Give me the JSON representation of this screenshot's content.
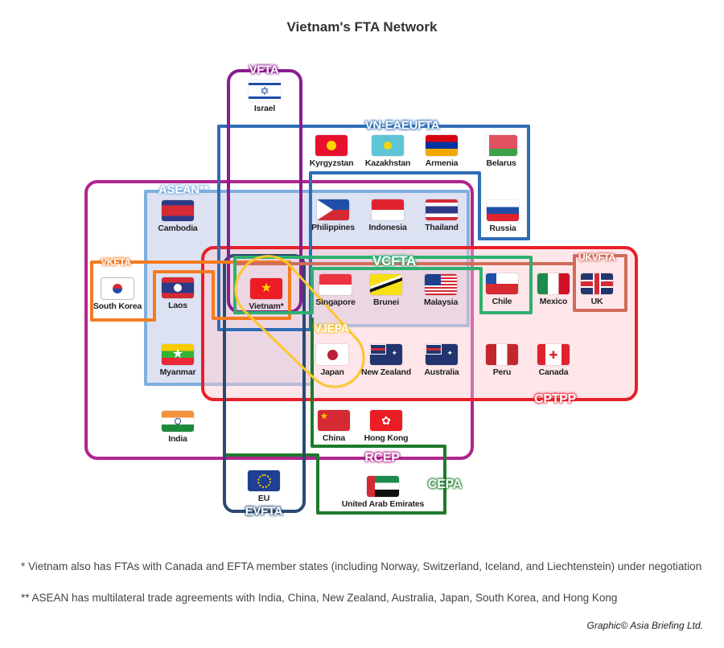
{
  "title": "Vietnam's FTA Network",
  "colors": {
    "VFTA": "#8a1d8f",
    "VN-EAEUFTA": "#2e6db5",
    "ASEAN": "#7fb0df",
    "RCEP": "#b0258e",
    "VKFTA": "#f47b20",
    "CPTPP": "#e8202a",
    "VCFTA": "#2fb06f",
    "UKVFTA": "#cf6d5a",
    "VJEPA": "#fdc62b",
    "EVFTA": "#2a4a70",
    "CEPA": "#1e7a2a"
  },
  "agreements": [
    "VFTA",
    "VN-EAEUFTA",
    "ASEAN**",
    "VKFTA",
    "VCFTA",
    "UKVFTA",
    "VJEPA",
    "CPTPP",
    "RCEP",
    "CEPA",
    "EVFTA"
  ],
  "countries": [
    {
      "name": "Israel",
      "flag": "israel"
    },
    {
      "name": "Kyrgyzstan",
      "flag": "kyrgyzstan"
    },
    {
      "name": "Kazakhstan",
      "flag": "kazakhstan"
    },
    {
      "name": "Armenia",
      "flag": "armenia"
    },
    {
      "name": "Belarus",
      "flag": "belarus"
    },
    {
      "name": "Cambodia",
      "flag": "cambodia"
    },
    {
      "name": "Philippines",
      "flag": "philippines"
    },
    {
      "name": "Indonesia",
      "flag": "indonesia"
    },
    {
      "name": "Thailand",
      "flag": "thailand"
    },
    {
      "name": "Russia",
      "flag": "russia"
    },
    {
      "name": "South Korea",
      "flag": "southkorea"
    },
    {
      "name": "Laos",
      "flag": "laos"
    },
    {
      "name": "Vietnam*",
      "flag": "vietnam"
    },
    {
      "name": "Singapore",
      "flag": "singapore"
    },
    {
      "name": "Brunei",
      "flag": "brunei"
    },
    {
      "name": "Malaysia",
      "flag": "malaysia"
    },
    {
      "name": "Chile",
      "flag": "chile"
    },
    {
      "name": "Mexico",
      "flag": "mexico"
    },
    {
      "name": "UK",
      "flag": "uk"
    },
    {
      "name": "Myanmar",
      "flag": "myanmar"
    },
    {
      "name": "Japan",
      "flag": "japan"
    },
    {
      "name": "New Zealand",
      "flag": "newzealand"
    },
    {
      "name": "Australia",
      "flag": "australia"
    },
    {
      "name": "Peru",
      "flag": "peru"
    },
    {
      "name": "Canada",
      "flag": "canada"
    },
    {
      "name": "India",
      "flag": "india"
    },
    {
      "name": "China",
      "flag": "china"
    },
    {
      "name": "Hong Kong",
      "flag": "hongkong"
    },
    {
      "name": "EU",
      "flag": "eu"
    },
    {
      "name": "United Arab Emirates",
      "flag": "uae"
    }
  ],
  "footnotes": [
    "* Vietnam also has FTAs with Canada and EFTA member states (including Norway, Switzerland, Iceland, and Liechtenstein) under negotiation",
    "** ASEAN has multilateral trade agreements with India, China, New Zealand, Australia, Japan, South Korea, and Hong Kong"
  ],
  "credit": "Graphic© Asia Briefing Ltd."
}
